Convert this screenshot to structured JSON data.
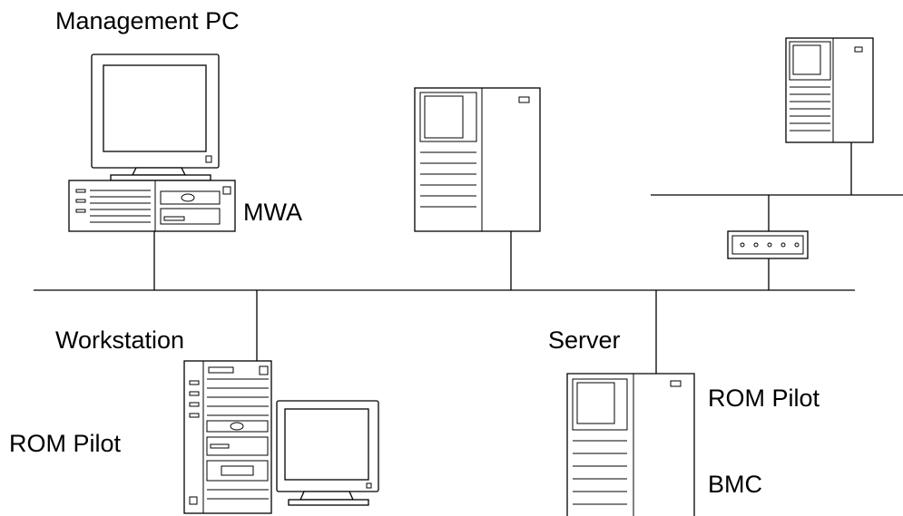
{
  "labels": {
    "management_pc": "Management PC",
    "mwa": "MWA",
    "workstation": "Workstation",
    "workstation_rom_pilot": "ROM Pilot",
    "server": "Server",
    "server_rom_pilot": "ROM Pilot",
    "bmc": "BMC"
  }
}
